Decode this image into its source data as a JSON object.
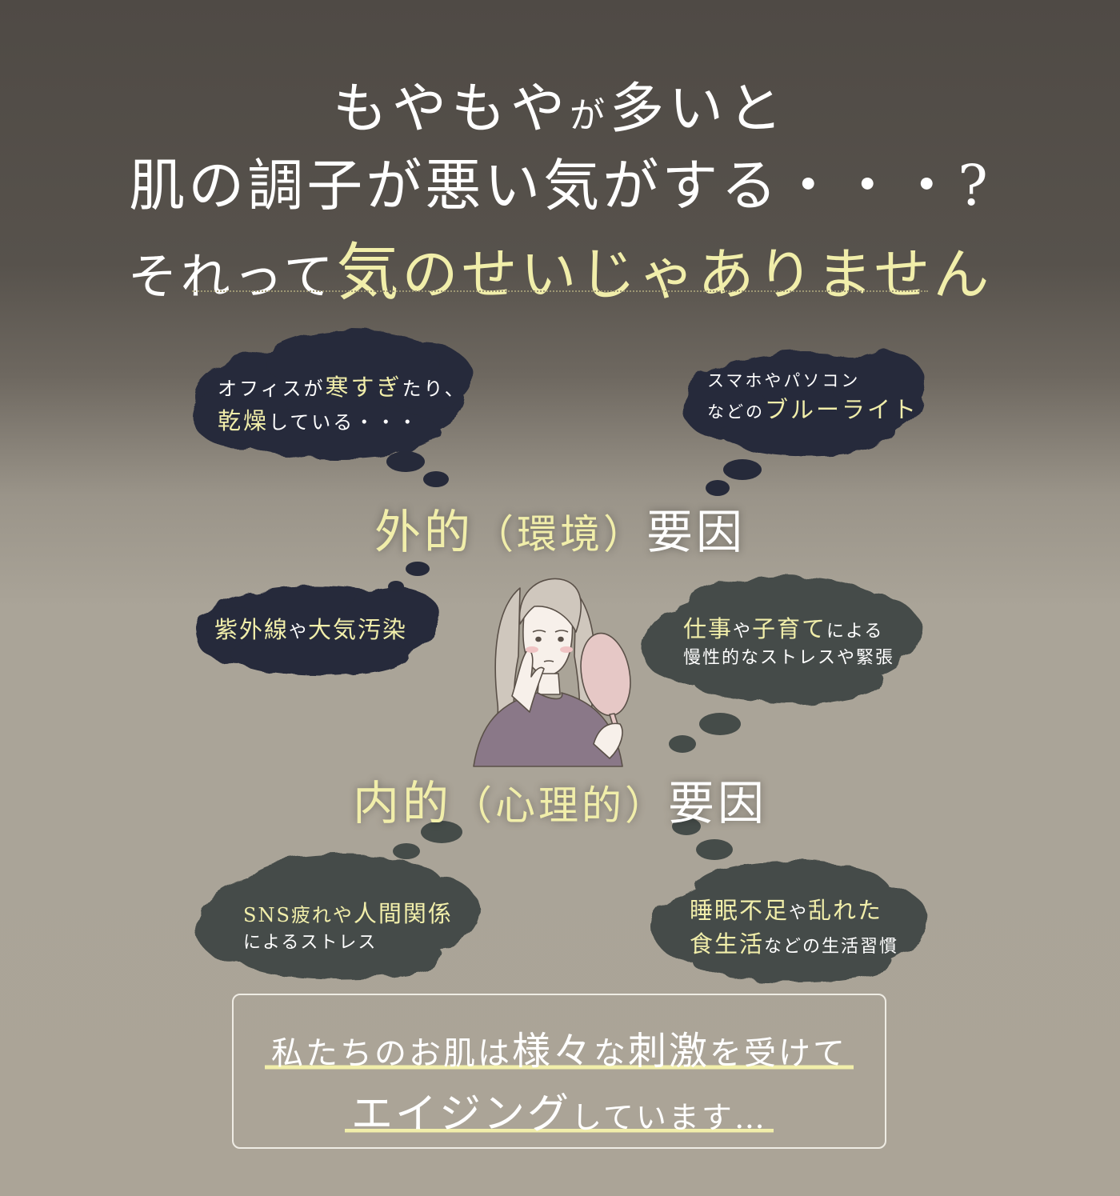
{
  "headline": {
    "line1_a": "もやもや",
    "line1_b": "が",
    "line1_c": "多いと",
    "line2": "肌の調子が悪い気がする・・・?",
    "line3_a": "それって",
    "line3_b": "気",
    "line3_c": "のせいじゃありません"
  },
  "external_factor": {
    "label_a": "外的",
    "label_b": "（環境）",
    "label_c": "要因"
  },
  "internal_factor": {
    "label_a": "内的",
    "label_b": "（心理的）",
    "label_c": "要因"
  },
  "clouds": {
    "office": {
      "l1_a": "オフィスが",
      "l1_b": "寒すぎ",
      "l1_c": "たり、",
      "l2_a": "乾燥",
      "l2_b": "している・・・"
    },
    "bluelight": {
      "l1": "スマホやパソコン",
      "l2_a": "などの",
      "l2_b": "ブルーライト"
    },
    "uv": {
      "a": "紫外線",
      "b": "や",
      "c": "大気汚染"
    },
    "work": {
      "l1_a": "仕事",
      "l1_b": "や",
      "l1_c": "子育て",
      "l1_d": "による",
      "l2": "慢性的なストレスや緊張"
    },
    "sns": {
      "l1_a": "SNS疲れや",
      "l1_b": "人間関係",
      "l2": "によるストレス"
    },
    "sleep": {
      "l1_a": "睡眠不足",
      "l1_b": "や",
      "l1_c": "乱れた",
      "l2_a": "食生活",
      "l2_b": "などの生活習慣"
    }
  },
  "summary": {
    "line1_a": "私たちのお肌は",
    "line1_b": "様々",
    "line1_c": "な",
    "line1_d": "刺激",
    "line1_e": "を受けて",
    "line2_a": "エイジング",
    "line2_b": "しています…"
  },
  "colors": {
    "highlight": "#f1eeaa",
    "cloud_external": "#262a3a",
    "cloud_internal": "#454c49"
  }
}
